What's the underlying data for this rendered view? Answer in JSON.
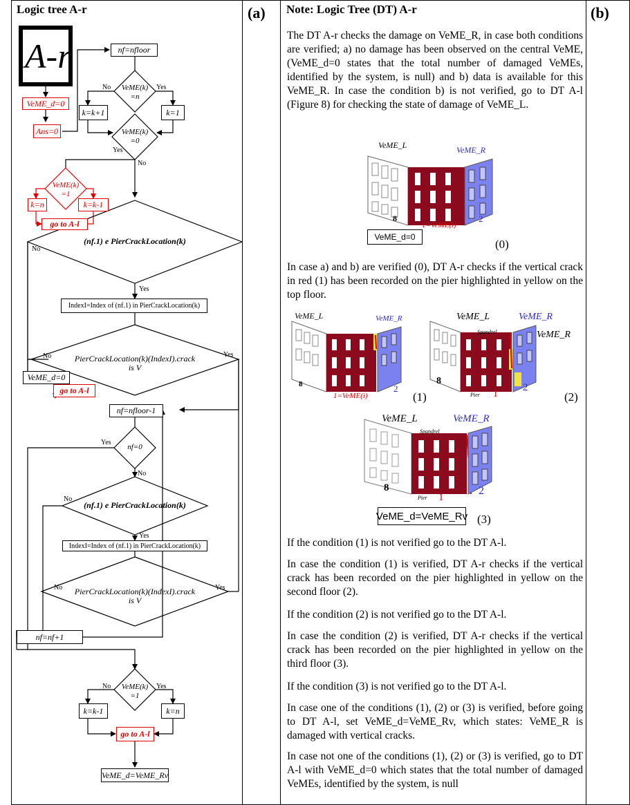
{
  "left": {
    "title": "Logic tree A-r",
    "label": "(a)",
    "logo": "A-r",
    "nodes": {
      "vemed0": "VeME_d=0",
      "ans0": "Ans=0",
      "nf_nfloor": "nf=nfloor",
      "vemek_n": "VeME(k)\n=n",
      "k_k1": "k=k+1",
      "k_1": "k=1",
      "vemek_0": "VeME(k)\n=0",
      "vemek_1": "VeME(k)\n=1",
      "k_n": "k=n",
      "k_km1": "k=k-1",
      "goto_al_1": "go to A-l",
      "cond1": "(nf.1) e PierCrackLocation(k)",
      "index1": "IndexI=Index of (nf.1) in PierCrackLocation(k)",
      "crack1": "PierCrackLocation(k)(IndexI).crack\nis V",
      "vemed0_b": "VeME_d=0",
      "goto_al_2": "go to A-l",
      "nf_nfloorm1": "nf=nfloor-1",
      "nf0": "nf=0",
      "cond2": "(nf.1) e PierCrackLocation(k)",
      "index2": "IndexI=Index of (nf.1) in PierCrackLocation(k)",
      "crack2": "PierCrackLocation(k)(IndexI).crack\nis V",
      "nf_nf1": "nf=nf+1",
      "vemek_1b": "VeME(k)\n=1",
      "k_km1b": "k=k-1",
      "k_nb": "k=n",
      "goto_al_3": "go to A-l",
      "vemed_rv": "VeME_d=VeME_Rv"
    },
    "yes": "Yes",
    "no": "No"
  },
  "right": {
    "title": "Note: Logic Tree (DT) A-r",
    "label": "(b)",
    "p1": "The DT A-r checks the damage on VeME_R, in case both conditions are verified; a) no damage has been observed on the central VeME, (VeME_d=0 states that the total number of damaged VeMEs, identified by the system, is null) and b) data is available for this VeME_R. In case the condition b) is not verified, go to DT A-l (Figure 8) for checking the state of damage of VeME_L.",
    "fig0": {
      "vemel": "VeME_L",
      "vemer": "VeME_R",
      "n8": "8",
      "n2": "2",
      "n1": "1=VeME(i)",
      "box": "VeME_d=0",
      "cap": "(0)"
    },
    "p2": "In case a) and b) are verified (0), DT A-r checks if the vertical crack in red (1) has been recorded on the pier highlighted in yellow on the top floor.",
    "fig1": {
      "vemel": "VeME_L",
      "vemer": "VeME_R",
      "n8": "8",
      "n2": "2",
      "n1": "1=VeME(i)",
      "cap": "(1)"
    },
    "fig2": {
      "vemel": "VeME_L",
      "vemer": "VeME_R",
      "vemer2": "VeME_R",
      "spandrel": "Spandrel",
      "pier": "Pier",
      "n8": "8",
      "n1": "1",
      "n2": "2",
      "cap": "(2)"
    },
    "fig3": {
      "vemel": "VeME_L",
      "vemer": "VeME_R",
      "spandrel": "Spandrel",
      "pier": "Pier",
      "n8": "8",
      "n1": "1",
      "n2": "2",
      "box": "VeME_d=VeME_Rv",
      "cap": "(3)"
    },
    "p3": "If the condition (1) is not verified go to the DT A-l.",
    "p4": "In case the condition (1) is verified, DT A-r checks if the vertical crack has been recorded on the pier highlighted in yellow on the second floor (2).",
    "p5": "If the condition (2) is not verified go to the DT A-l.",
    "p6": "In case the condition (2) is verified, DT A-r checks if the vertical crack has been recorded on the pier highlighted in yellow on the third floor (3).",
    "p7": "If the condition (3) is not verified go to the DT A-l.",
    "p8": "In case one of the conditions (1), (2) or (3) is verified, before going to DT A-l, set VeME_d=VeME_Rv, which states: VeME_R is damaged with vertical cracks.",
    "p9": "In case not one of the conditions (1), (2) or (3) is verified, go to DT A-l with VeME_d=0 which states that the total number of damaged VeMEs, identified by the system, is null"
  }
}
